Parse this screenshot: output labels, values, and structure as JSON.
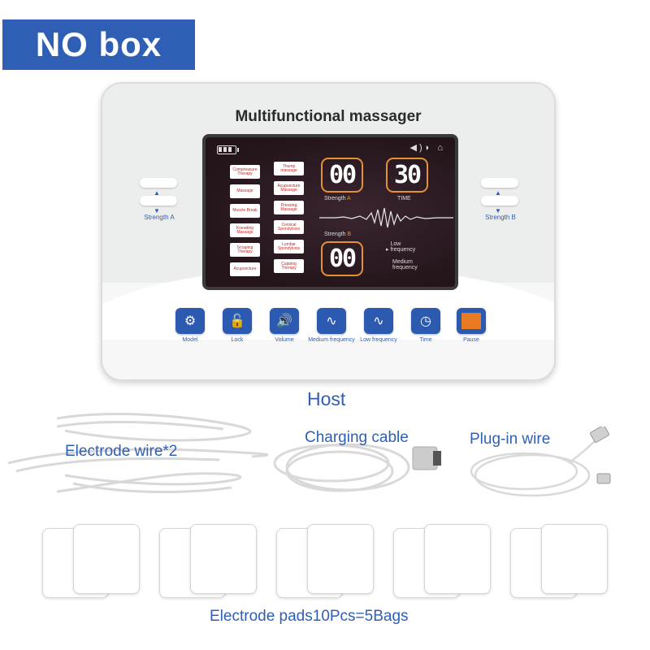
{
  "badge": {
    "text": "NO box"
  },
  "device": {
    "title": "Multifunctional massager",
    "screen": {
      "modes_left": [
        "Compreasure Therapy",
        "Massage",
        "Muscle Break",
        "Kneading Massage",
        "Scraping Therapy",
        "Acupuncture"
      ],
      "modes_right": [
        "Thump massage",
        "Acupuncture Massage",
        "Pressing Massage",
        "Cervical Spondylosis",
        "Lumbar Spondylosis",
        "Cupping Therapy"
      ],
      "strength_a_value": "00",
      "time_value": "30",
      "strength_b_value": "00",
      "strength_a_label_prefix": "Strength",
      "strength_a_label_letter": "A",
      "strength_b_label_prefix": "Strength",
      "strength_b_label_letter": "B",
      "time_label": "TIME",
      "low_freq": "Low frequency",
      "medium_freq": "Medium frequency"
    },
    "side_left_label": "Strength A",
    "side_right_label": "Strength B",
    "controls": [
      {
        "label": "Model",
        "icon": "gear-icon",
        "glyph": "⚙"
      },
      {
        "label": "Lock",
        "icon": "lock-icon",
        "glyph": "🔓"
      },
      {
        "label": "Volume",
        "icon": "volume-icon",
        "glyph": "🔊"
      },
      {
        "label": "Medium frequency",
        "icon": "waveform-icon",
        "glyph": "∿"
      },
      {
        "label": "Low frequency",
        "icon": "waveform-icon",
        "glyph": "∿"
      },
      {
        "label": "Time",
        "icon": "clock-icon",
        "glyph": "◷"
      },
      {
        "label": "Pause",
        "icon": "pause-icon",
        "glyph": ""
      }
    ]
  },
  "captions": {
    "host": "Host",
    "electrode_wire": "Electrode wire*2",
    "charging_cable": "Charging cable",
    "plugin_wire": "Plug-in wire",
    "pads": "Electrode pads10Pcs=5Bags"
  }
}
